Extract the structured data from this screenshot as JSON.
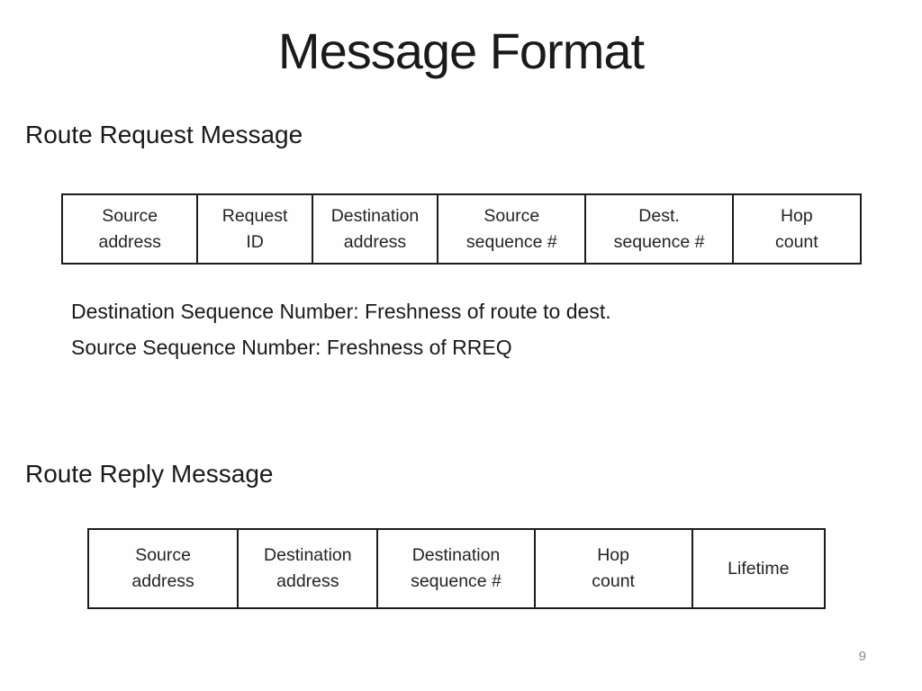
{
  "title": "Message Format",
  "route_request": {
    "heading": "Route Request Message",
    "fields": [
      [
        "Source",
        "address"
      ],
      [
        "Request",
        "ID"
      ],
      [
        "Destination",
        "address"
      ],
      [
        "Source",
        "sequence #"
      ],
      [
        "Dest.",
        "sequence #"
      ],
      [
        "Hop",
        "count"
      ]
    ],
    "notes": [
      "Destination Sequence Number: Freshness of route to dest.",
      "Source Sequence Number: Freshness of RREQ"
    ]
  },
  "route_reply": {
    "heading": "Route Reply Message",
    "fields": [
      [
        "Source",
        "address"
      ],
      [
        "Destination",
        "address"
      ],
      [
        "Destination",
        "sequence #"
      ],
      [
        "Hop",
        "count"
      ],
      [
        "Lifetime"
      ]
    ]
  },
  "footer": {
    "page_number": "9"
  },
  "colors": {
    "text": "#1a1a1a",
    "table_text": "#242424",
    "table_border": "#1c1c1c",
    "page_number": "#8a8a8a",
    "background": "#ffffff"
  }
}
